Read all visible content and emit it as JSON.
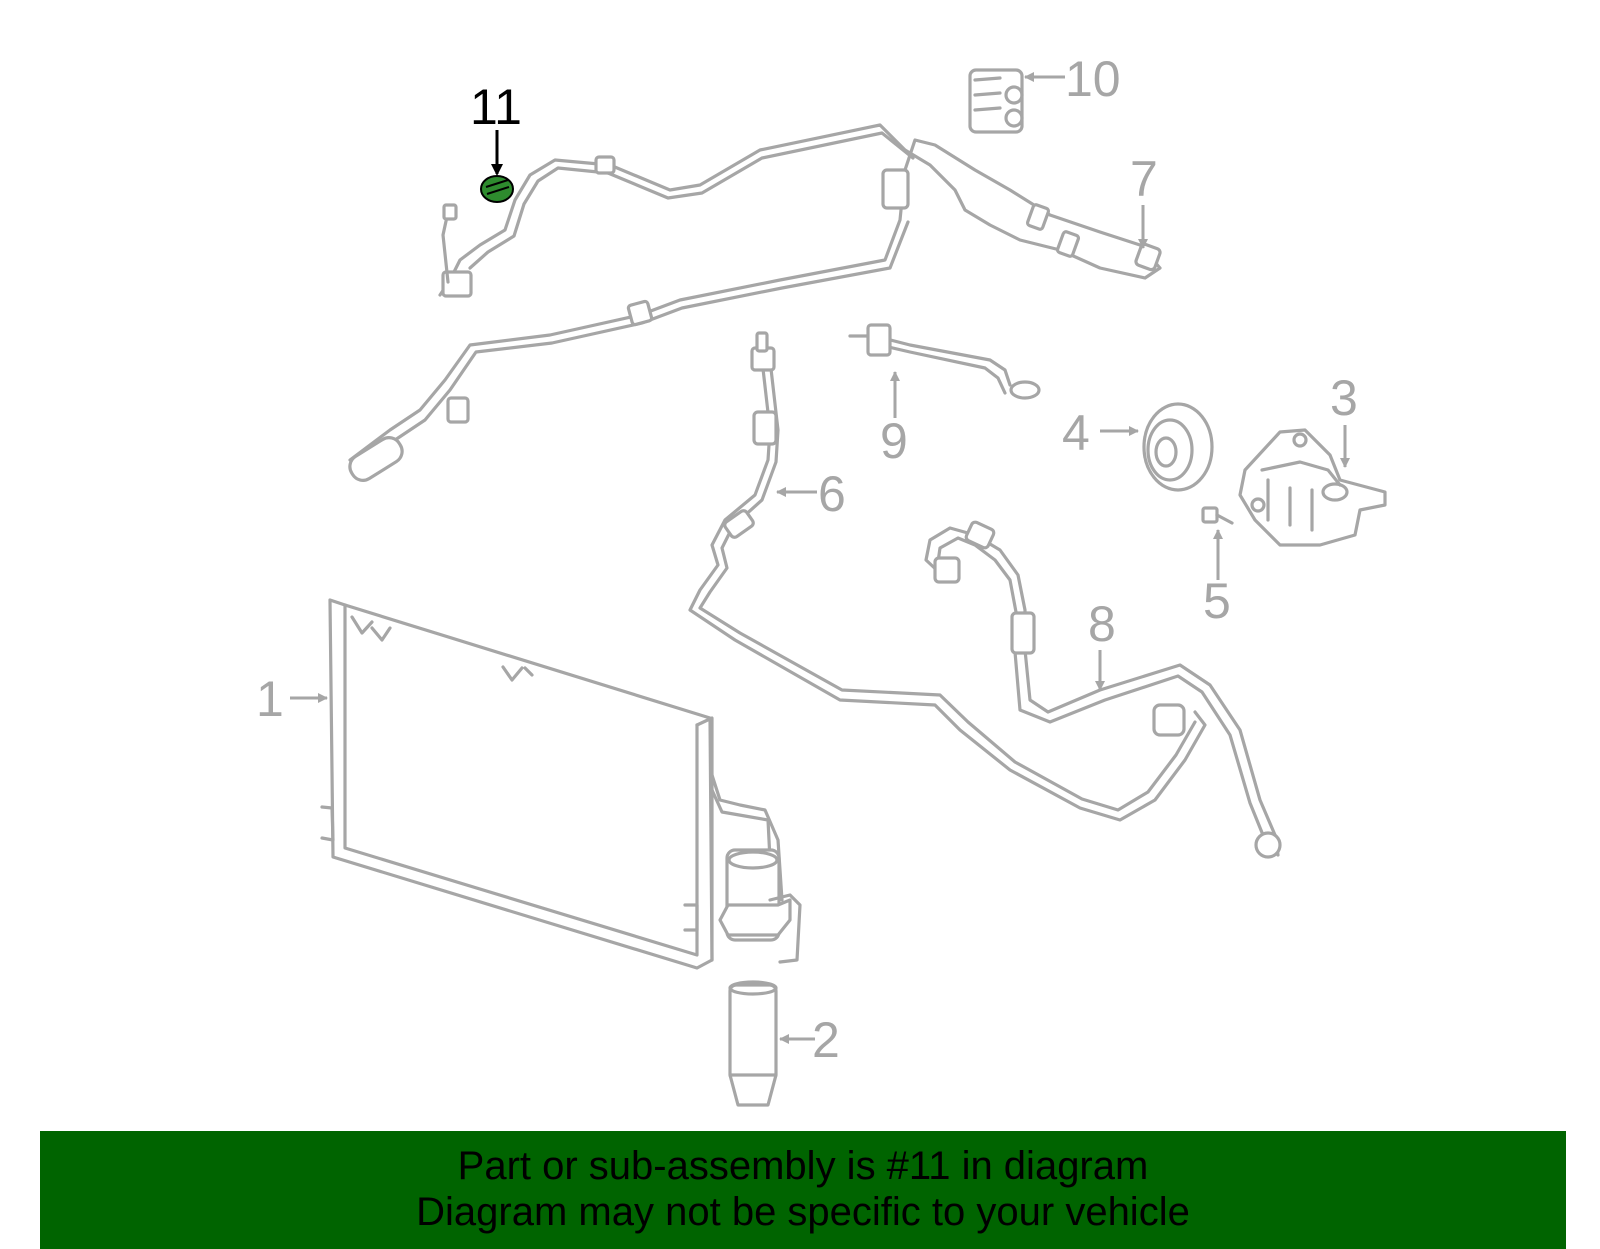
{
  "diagram": {
    "callouts": [
      {
        "number": "1",
        "highlighted": false
      },
      {
        "number": "2",
        "highlighted": false
      },
      {
        "number": "3",
        "highlighted": false
      },
      {
        "number": "4",
        "highlighted": false
      },
      {
        "number": "5",
        "highlighted": false
      },
      {
        "number": "6",
        "highlighted": false
      },
      {
        "number": "7",
        "highlighted": false
      },
      {
        "number": "8",
        "highlighted": false
      },
      {
        "number": "9",
        "highlighted": false
      },
      {
        "number": "10",
        "highlighted": false
      },
      {
        "number": "11",
        "highlighted": true
      }
    ],
    "highlight_color": "#2e8b2e",
    "line_color": "#a6a6a6"
  },
  "banner": {
    "line1": "Part or sub-assembly is #11 in diagram",
    "line2": "Diagram may not be specific to your vehicle",
    "background": "#006400"
  }
}
